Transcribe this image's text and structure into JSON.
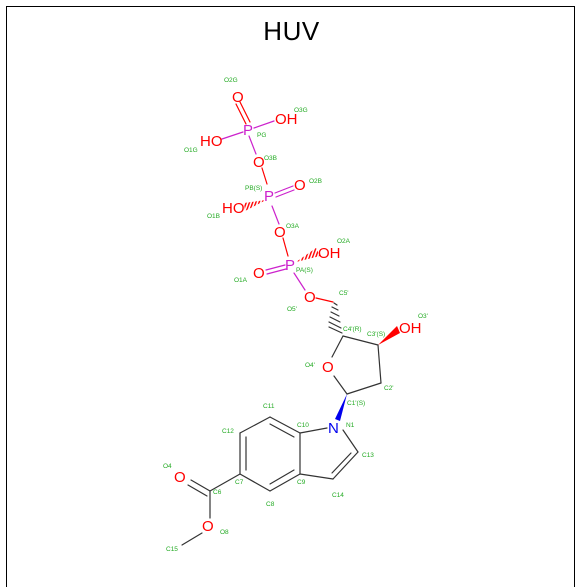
{
  "title": "HUV",
  "colors": {
    "bond": "#333333",
    "oxygen": "#ff0000",
    "phosphorus": "#cc22cc",
    "nitrogen": "#0000ee",
    "atom_label": "#22aa22",
    "title": "#000000",
    "border": "#000000"
  },
  "heteroatoms": {
    "O_top": "O",
    "OH_PG_right": "OH",
    "HO_PG_left": "HO",
    "P_G": "P",
    "O_3B": "O",
    "P_B": "P",
    "O_PB": "O",
    "HO_PB": "HO",
    "O_3A": "O",
    "P_A": "P",
    "OH_PA": "OH",
    "O_PA": "O",
    "O_5": "O",
    "OH_3": "OH",
    "O_4": "O",
    "N_1": "N",
    "O_ester_dbl": "O",
    "O_ester": "O"
  },
  "atom_labels": {
    "O2G": "O2G",
    "O3G": "O3G",
    "PG": "PG",
    "O1G": "O1G",
    "O3B": "O3B",
    "PB": "PB(S)",
    "O2B": "O2B",
    "O1B": "O1B",
    "O3A": "O3A",
    "O2A": "O2A",
    "PA": "PA(S)",
    "O1A": "O1A",
    "O5p": "O5'",
    "C5p": "C5'",
    "C4p": "C4'(R)",
    "O3p": "O3'",
    "C3p": "C3'(S)",
    "O4p": "O4'",
    "C2p": "C2'",
    "C1p": "C1'(S)",
    "N1": "N1",
    "C11": "C11",
    "C10": "C10",
    "C12": "C12",
    "C13": "C13",
    "O4": "O4",
    "C7": "C7",
    "C9": "C9",
    "C6": "C6",
    "C8": "C8",
    "C14": "C14",
    "O8": "O8",
    "C15": "C15"
  }
}
